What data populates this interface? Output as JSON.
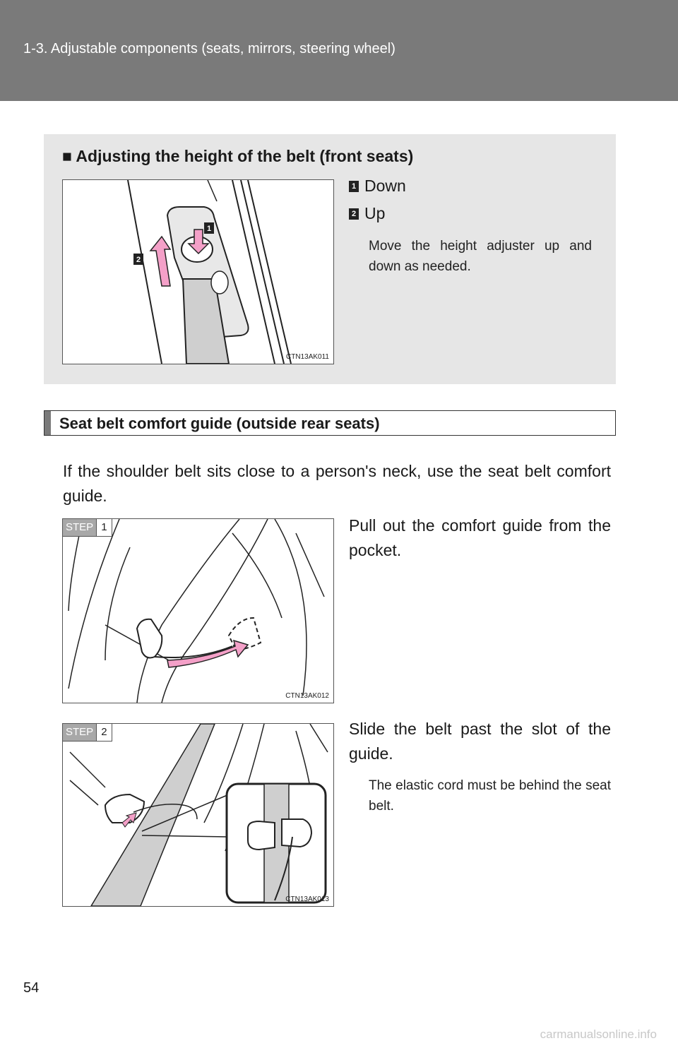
{
  "header": {
    "title": "1-3. Adjustable components (seats, mirrors, steering wheel)"
  },
  "height_box": {
    "title": "■ Adjusting the height of the belt (front seats)",
    "figure_code": "CTN13AK011",
    "legend": [
      {
        "num": "1",
        "label": "Down"
      },
      {
        "num": "2",
        "label": "Up"
      }
    ],
    "note": "Move the height adjuster up and down as needed."
  },
  "comfort_section": {
    "heading": "Seat belt comfort guide (outside rear seats)",
    "intro": "If the shoulder belt sits close to a person's neck, use the seat belt comfort guide.",
    "steps": [
      {
        "tag": "STEP",
        "num": "1",
        "text": "Pull out the comfort guide from the pocket.",
        "figure_code": "CTN13AK012",
        "note": ""
      },
      {
        "tag": "STEP",
        "num": "2",
        "text": "Slide the belt past the slot of the guide.",
        "figure_code": "CTN13AK013",
        "note": "The elastic cord must be behind the seat belt."
      }
    ]
  },
  "footer": {
    "page_number": "54",
    "watermark": "carmanualsonline.info"
  }
}
